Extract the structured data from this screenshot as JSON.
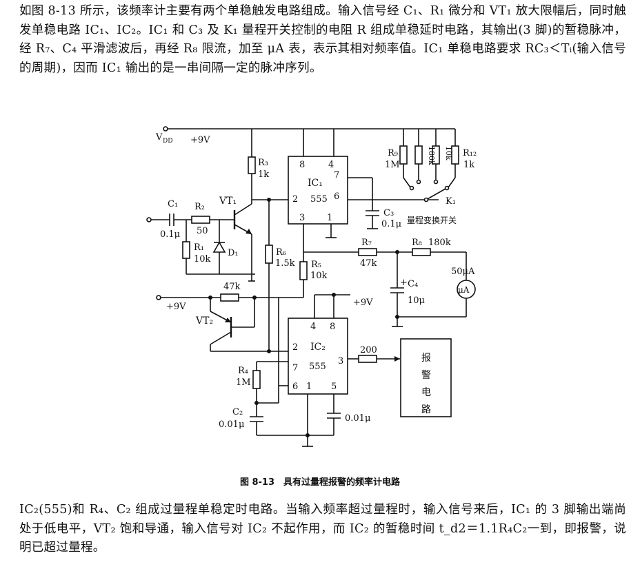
{
  "paragraphs": {
    "intro": "如图 8-13 所示，该频率计主要有两个单稳触发电路组成。输入信号经 C₁、R₁ 微分和 VT₁ 放大限幅后，同时触发单稳电路 IC₁、IC₂。IC₁ 和 C₃ 及 K₁ 量程开关控制的电阻 R 组成单稳延时电路，其输出(3 脚)的暂稳脉冲，经 R₇、C₄ 平滑滤波后，再经 R₈ 限流，加至 μA 表，表示其相对频率值。IC₁ 单稳电路要求 RC₃＜Tᵢ(输入信号的周期)，因而 IC₁ 输出的是一串间隔一定的脉冲序列。",
    "outro": "IC₂(555)和 R₄、C₂ 组成过量程单稳定时电路。当输入频率超过量程时，输入信号来后，IC₁ 的 3 脚输出端尚处于低电平，VT₂ 饱和导通，输入信号对 IC₂ 不起作用，而 IC₂ 的暂稳时间 t_d2＝1.1R₄C₂一到，即报警，说明已超过量程。"
  },
  "figure": {
    "caption": "图 8-13　具有过量程报警的频率计电路",
    "labels": {
      "vdd": "V",
      "vdd_sub": "DD",
      "plus9v_top": "+9V",
      "plus9v_left": "+9V",
      "plus9v_ic2": "+9V",
      "r3": "R₃",
      "r3_val": "1k",
      "ic1": "IC₁",
      "ic1_555": "555",
      "ic1_pin8": "8",
      "ic1_pin4": "4",
      "ic1_pin7": "7",
      "ic1_pin2": "2",
      "ic1_pin6": "6",
      "ic1_pin3": "3",
      "ic1_pin1": "1",
      "r9": "R₉",
      "r9_val": "1M",
      "r180k": "180k",
      "r10k": "10k",
      "r12": "R₁₂",
      "r12_val": "1k",
      "k1": "K₁",
      "c3": "C₃",
      "c3_val": "0.1μ",
      "switch_note": "量程变换开关",
      "c1": "C₁",
      "c1_val": "0.1μ",
      "r2": "R₂",
      "r2_val": "50",
      "vt1": "VT₁",
      "r1": "R₁",
      "r1_val": "10k",
      "d1": "D₁",
      "r6": "R₆",
      "r6_val": "1.5k",
      "r5": "R₅",
      "r5_val": "10k",
      "r7": "R₇",
      "r7_val": "47k",
      "r8": "R₈",
      "r8_val": "180k",
      "c4": "C₄",
      "c4_val": "10μ",
      "meter": "μA",
      "meter_val": "50μA",
      "r47k": "47k",
      "vt2": "VT₂",
      "ic2": "IC₂",
      "ic2_555": "555",
      "ic2_pin4": "4",
      "ic2_pin8": "8",
      "ic2_pin2": "2",
      "ic2_pin7": "7",
      "ic2_pin6": "6",
      "ic2_pin1": "1",
      "ic2_pin5": "5",
      "ic2_pin3": "3",
      "r4": "R₄",
      "r4_val": "1M",
      "c2": "C₂",
      "c2_val": "0.01μ",
      "c5_val": "0.01μ",
      "r200": "200",
      "alarm": [
        "报",
        "警",
        "电",
        "路"
      ]
    }
  }
}
